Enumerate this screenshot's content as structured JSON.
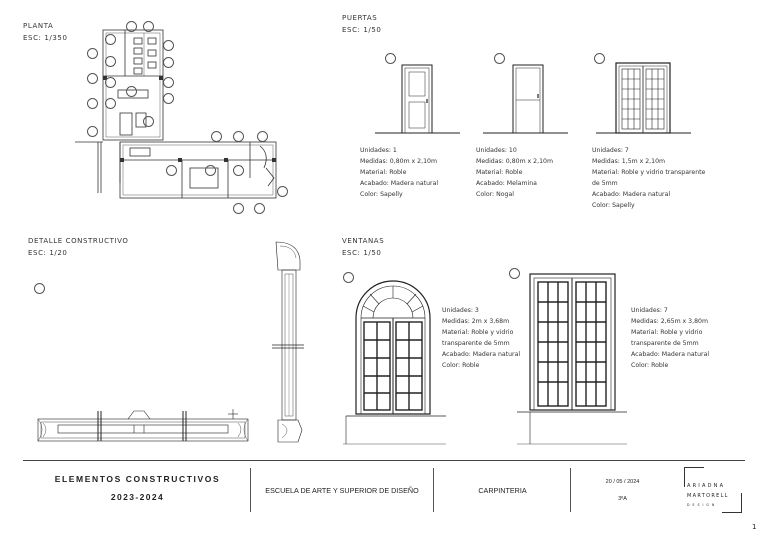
{
  "sections": {
    "planta": {
      "title": "PLANTA",
      "scale": "ESC: 1/350"
    },
    "puertas": {
      "title": "PUERTAS",
      "scale": "ESC: 1/50"
    },
    "detalle": {
      "title": "DETALLE CONSTRUCTIVO",
      "scale": "ESC: 1/20"
    },
    "ventanas": {
      "title": "VENTANAS",
      "scale": "ESC: 1/50"
    }
  },
  "doors": [
    {
      "units": "Unidades: 1",
      "size": "Medidas: 0,80m x 2,10m",
      "material": "Material: Roble",
      "finish": "Acabado: Madera natural",
      "color": "Color: Sapelly"
    },
    {
      "units": "Unidades: 10",
      "size": "Medidas: 0,80m x 2,10m",
      "material": "Material: Roble",
      "finish": "Acabado: Melamina",
      "color": "Color: Nogal"
    },
    {
      "units": "Unidades: 7",
      "size": "Medidas: 1,5m x 2,10m",
      "material": "Material: Roble y vidrio transparente",
      "material2": "de 5mm",
      "finish": "Acabado: Madera natural",
      "color": "Color: Sapelly"
    }
  ],
  "windows": [
    {
      "units": "Unidades: 3",
      "size": "Medidas: 2m x 3,68m",
      "material": "Material: Roble y vidrio",
      "material2": "transparente de 5mm",
      "finish": "Acabado: Madera natural",
      "color": "Color: Roble"
    },
    {
      "units": "Unidades: 7",
      "size": "Medidas: 2,65m x 3,80m",
      "material": "Material: Roble y vidrio",
      "material2": "transparente de 5mm",
      "finish": "Acabado: Madera natural",
      "color": "Color: Roble"
    }
  ],
  "title_block": {
    "project": "ELEMENTOS CONSTRUCTIVOS",
    "year": "2023-2024",
    "school": "ESCUELA DE ARTE Y SUPERIOR DE DISEÑO",
    "subject": "CARPINTERIA",
    "date": "20 / 05 / 2024",
    "group": "3ºA",
    "author_line1": "ARIADNA",
    "author_line2": "MARTORELL",
    "author_line3": "DESIGN"
  },
  "page_number": "1"
}
